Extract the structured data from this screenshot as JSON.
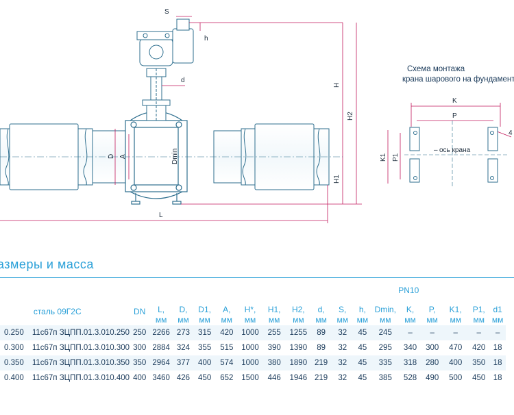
{
  "drawing": {
    "dim_labels": {
      "S": "S",
      "h": "h",
      "H": "H",
      "H2": "H2",
      "H1": "H1",
      "d": "d",
      "D": "D",
      "A": "A",
      "Dmin": "Dmin",
      "L": "L"
    }
  },
  "scheme": {
    "title_line1": "Схема монтажа",
    "title_line2": "крана шарового на фундамент",
    "K": "K",
    "P": "P",
    "K1": "K1",
    "P1": "P1",
    "axis_label": "ось крана",
    "holes_label": "4"
  },
  "section_title": "азмеры и масса",
  "table": {
    "pn_label": "PN10",
    "material_label": "сталь 09Г2С",
    "columns": [
      {
        "name": "DN",
        "unit": ""
      },
      {
        "name": "L,",
        "unit": "мм"
      },
      {
        "name": "D,",
        "unit": "мм"
      },
      {
        "name": "D1,",
        "unit": "мм"
      },
      {
        "name": "A,",
        "unit": "мм"
      },
      {
        "name": "H*,",
        "unit": "мм"
      },
      {
        "name": "H1,",
        "unit": "мм"
      },
      {
        "name": "H2,",
        "unit": "мм"
      },
      {
        "name": "d,",
        "unit": "мм"
      },
      {
        "name": "S,",
        "unit": "мм"
      },
      {
        "name": "h,",
        "unit": "мм"
      },
      {
        "name": "Dmin,",
        "unit": "мм"
      },
      {
        "name": "K,",
        "unit": "мм"
      },
      {
        "name": "P,",
        "unit": "мм"
      },
      {
        "name": "K1,",
        "unit": "мм"
      },
      {
        "name": "P1,",
        "unit": "мм"
      },
      {
        "name": "d1",
        "unit": "мм"
      }
    ],
    "rows": [
      {
        "code": "0.250",
        "designation": "11с67п ЗЦПП.01.3.010.250",
        "values": [
          "250",
          "2266",
          "273",
          "315",
          "420",
          "1000",
          "255",
          "1255",
          "89",
          "32",
          "45",
          "245",
          "–",
          "–",
          "–",
          "–",
          "–"
        ]
      },
      {
        "code": "0.300",
        "designation": "11с67п ЗЦПП.01.3.010.300",
        "values": [
          "300",
          "2884",
          "324",
          "355",
          "515",
          "1000",
          "390",
          "1390",
          "89",
          "32",
          "45",
          "295",
          "340",
          "300",
          "470",
          "420",
          "18"
        ]
      },
      {
        "code": "0.350",
        "designation": "11с67п ЗЦПП.01.3.010.350",
        "values": [
          "350",
          "2964",
          "377",
          "400",
          "574",
          "1000",
          "380",
          "1890",
          "219",
          "32",
          "45",
          "335",
          "318",
          "280",
          "400",
          "350",
          "18"
        ]
      },
      {
        "code": "0.400",
        "designation": "11с67п ЗЦПП.01.3.010.400",
        "values": [
          "400",
          "3460",
          "426",
          "450",
          "652",
          "1500",
          "446",
          "1946",
          "219",
          "32",
          "45",
          "385",
          "528",
          "490",
          "500",
          "450",
          "18"
        ]
      }
    ]
  },
  "colors": {
    "accent": "#2aa0d8",
    "line": "#2d6e8e",
    "text": "#1a3a5a",
    "dimline": "#c2185b"
  }
}
